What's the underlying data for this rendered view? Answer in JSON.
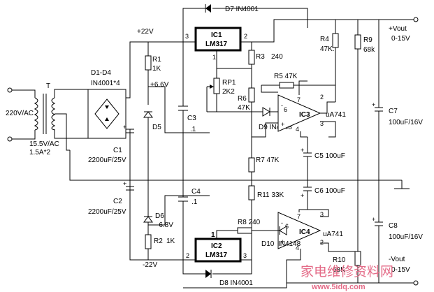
{
  "power_in": {
    "voltage": "220V/AC",
    "transformer": "T",
    "secondary": "15.5V/AC",
    "secondary_rating": "1.5A*2"
  },
  "bridge": {
    "ref": "D1-D4",
    "part": "IN4001*4"
  },
  "rails": {
    "pos": "+22V",
    "neg": "-22V",
    "zener_pos": "+6.6V",
    "zener_neg": "-6.8V"
  },
  "parts": {
    "r1": "R1",
    "r1_val": "1K",
    "r2": "R2",
    "r2_val": "1K",
    "r3": "R3",
    "r3_val": "240",
    "r4": "R4",
    "r4_val": "47K.",
    "r5": "R5 47K",
    "r6": "R6",
    "r6_val": "47K",
    "r7": "R7 47K",
    "r8": "R8 240",
    "r9": "R9",
    "r9_val": "68k",
    "r10": "R10",
    "r10_val": "68K",
    "r11": "R11 33K",
    "rp1": "RP1",
    "rp1_val": "2K2",
    "c1": "C1",
    "c1_val": "2200uF/25V",
    "c2": "C2",
    "c2_val": "2200uF/25V",
    "c3": "C3",
    "c3_val": ".1",
    "c4": "C4",
    "c4_val": ".1",
    "c5": "C5 100uF",
    "c6": "C6 100uF",
    "c7": "C7",
    "c7_val": "100uF/16V",
    "c8": "C8",
    "c8_val": "100uF/16V",
    "d5": "D5",
    "d6": "D6",
    "d7": "D7 IN4001",
    "d8": "D8 IN4001",
    "d9": "D9 IN4148",
    "d10": "D10",
    "d10_val": "IN4148"
  },
  "ics": {
    "ic1": "IC1",
    "ic1_part": "LM317",
    "ic2": "IC2",
    "ic2_part": "LM317",
    "ic3": "IC3",
    "ic3_part": "uA741",
    "ic4": "IC4",
    "ic4_part": "uA741"
  },
  "pins": {
    "p1": "1",
    "p2": "2",
    "p3": "3",
    "p4": "4",
    "p6": "6",
    "p7": "7"
  },
  "outputs": {
    "pos": "+Vout",
    "pos_range": "0-15V",
    "neg": "-Vout",
    "neg_range": "0-15V"
  },
  "watermark": {
    "chinese": "家电维修资料网",
    "url": "www.5idq.com"
  }
}
